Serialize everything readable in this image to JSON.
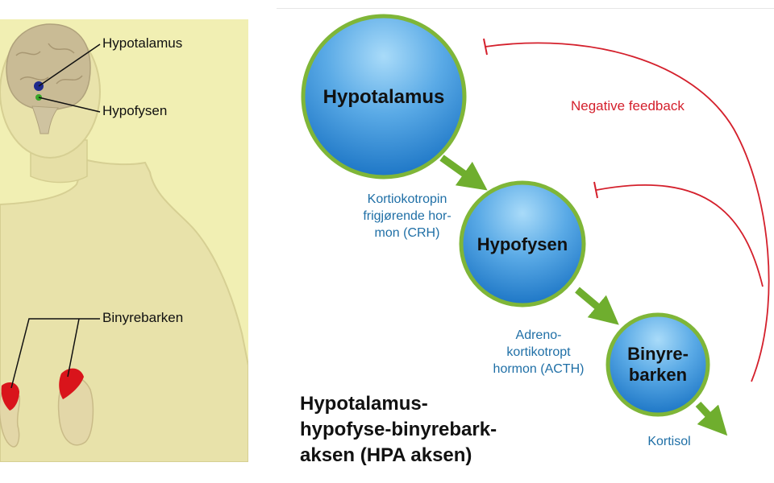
{
  "anatomy": {
    "labels": {
      "hypothalamus": "Hypotalamus",
      "pituitary": "Hypofysen",
      "adrenal_cortex": "Binyrebarken"
    }
  },
  "diagram": {
    "nodes": {
      "hypothalamus": "Hypotalamus",
      "pituitary": "Hypofysen",
      "adrenal_line1": "Binyre-",
      "adrenal_line2": "barken"
    },
    "hormones": {
      "crh": [
        "Kortiokotropin",
        "frigjørende hor-",
        "mon (CRH)"
      ],
      "acth": [
        "Adreno-",
        "kortikotropt",
        "hormon (ACTH)"
      ],
      "cortisol": "Kortisol"
    },
    "feedback_label": "Negative feedback",
    "title_lines": [
      "Hypotalamus-",
      "hypofyse-binyrebark-",
      "aksen (HPA aksen)"
    ]
  },
  "colors": {
    "node_fill_top": "#9fd4f7",
    "node_fill_bottom": "#1878c8",
    "node_border": "#7fb638",
    "arrow_green": "#6fae2e",
    "feedback_red": "#d4202c",
    "hormone_blue": "#1f6fa6",
    "panel_bg": "#f1efb3",
    "adrenal_red": "#d9141b"
  }
}
